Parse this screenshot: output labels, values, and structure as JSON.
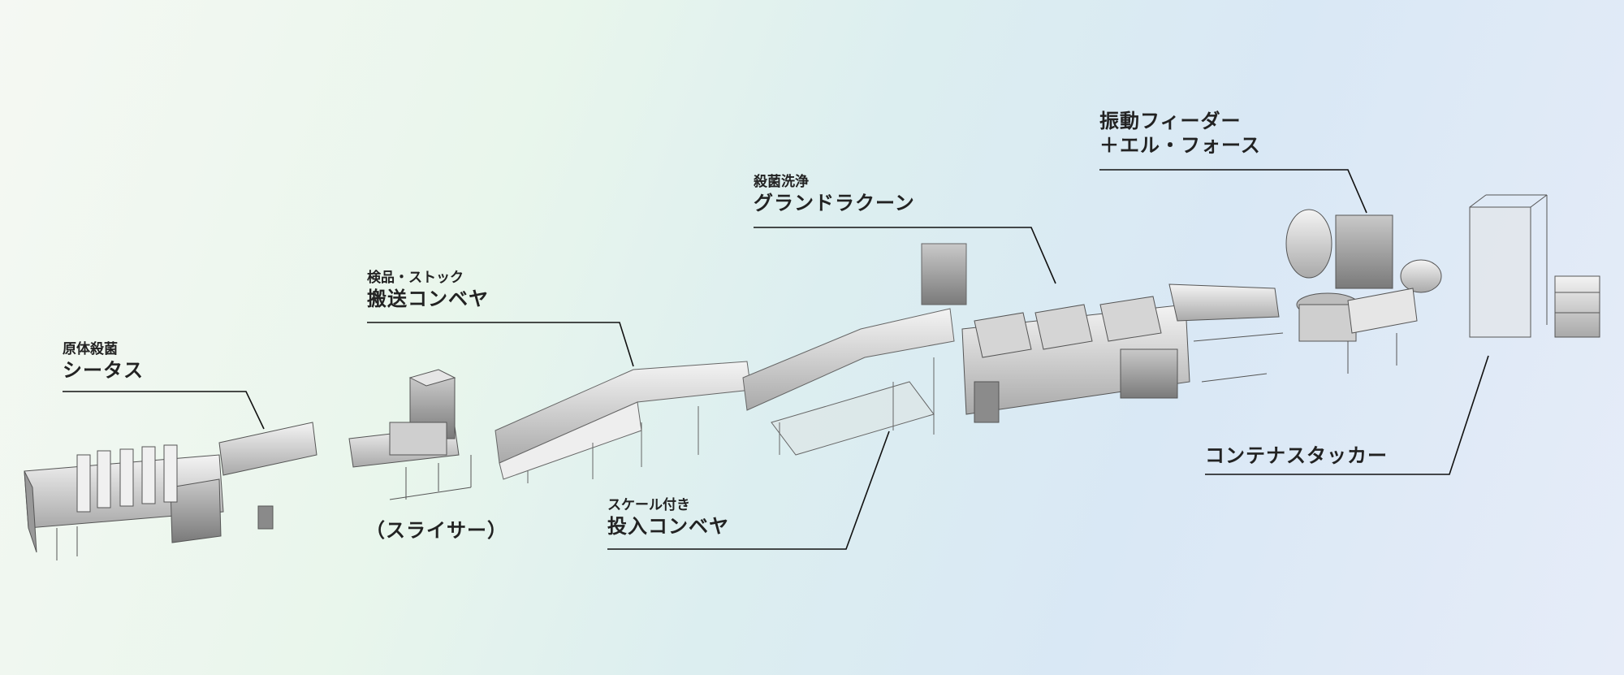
{
  "labels": {
    "ceatus": {
      "sub": "原体殺菌",
      "main": "シータス"
    },
    "slicer": {
      "main": "（スライサー）"
    },
    "transport": {
      "sub": "検品・ストック",
      "main": "搬送コンベヤ"
    },
    "scale": {
      "sub": "スケール付き",
      "main": "投入コンベヤ"
    },
    "wash": {
      "sub": "殺菌洗浄",
      "main": "グランドラクーン"
    },
    "feeder": {
      "line1": "振動フィーダー",
      "line2": "＋エル・フォース"
    },
    "stacker": {
      "main": "コンテナスタッカー"
    }
  },
  "colors": {
    "line": "#111111",
    "machine_light": "#e8e8e8",
    "machine_mid": "#b9b9b9",
    "machine_dark": "#7c7c7c"
  }
}
